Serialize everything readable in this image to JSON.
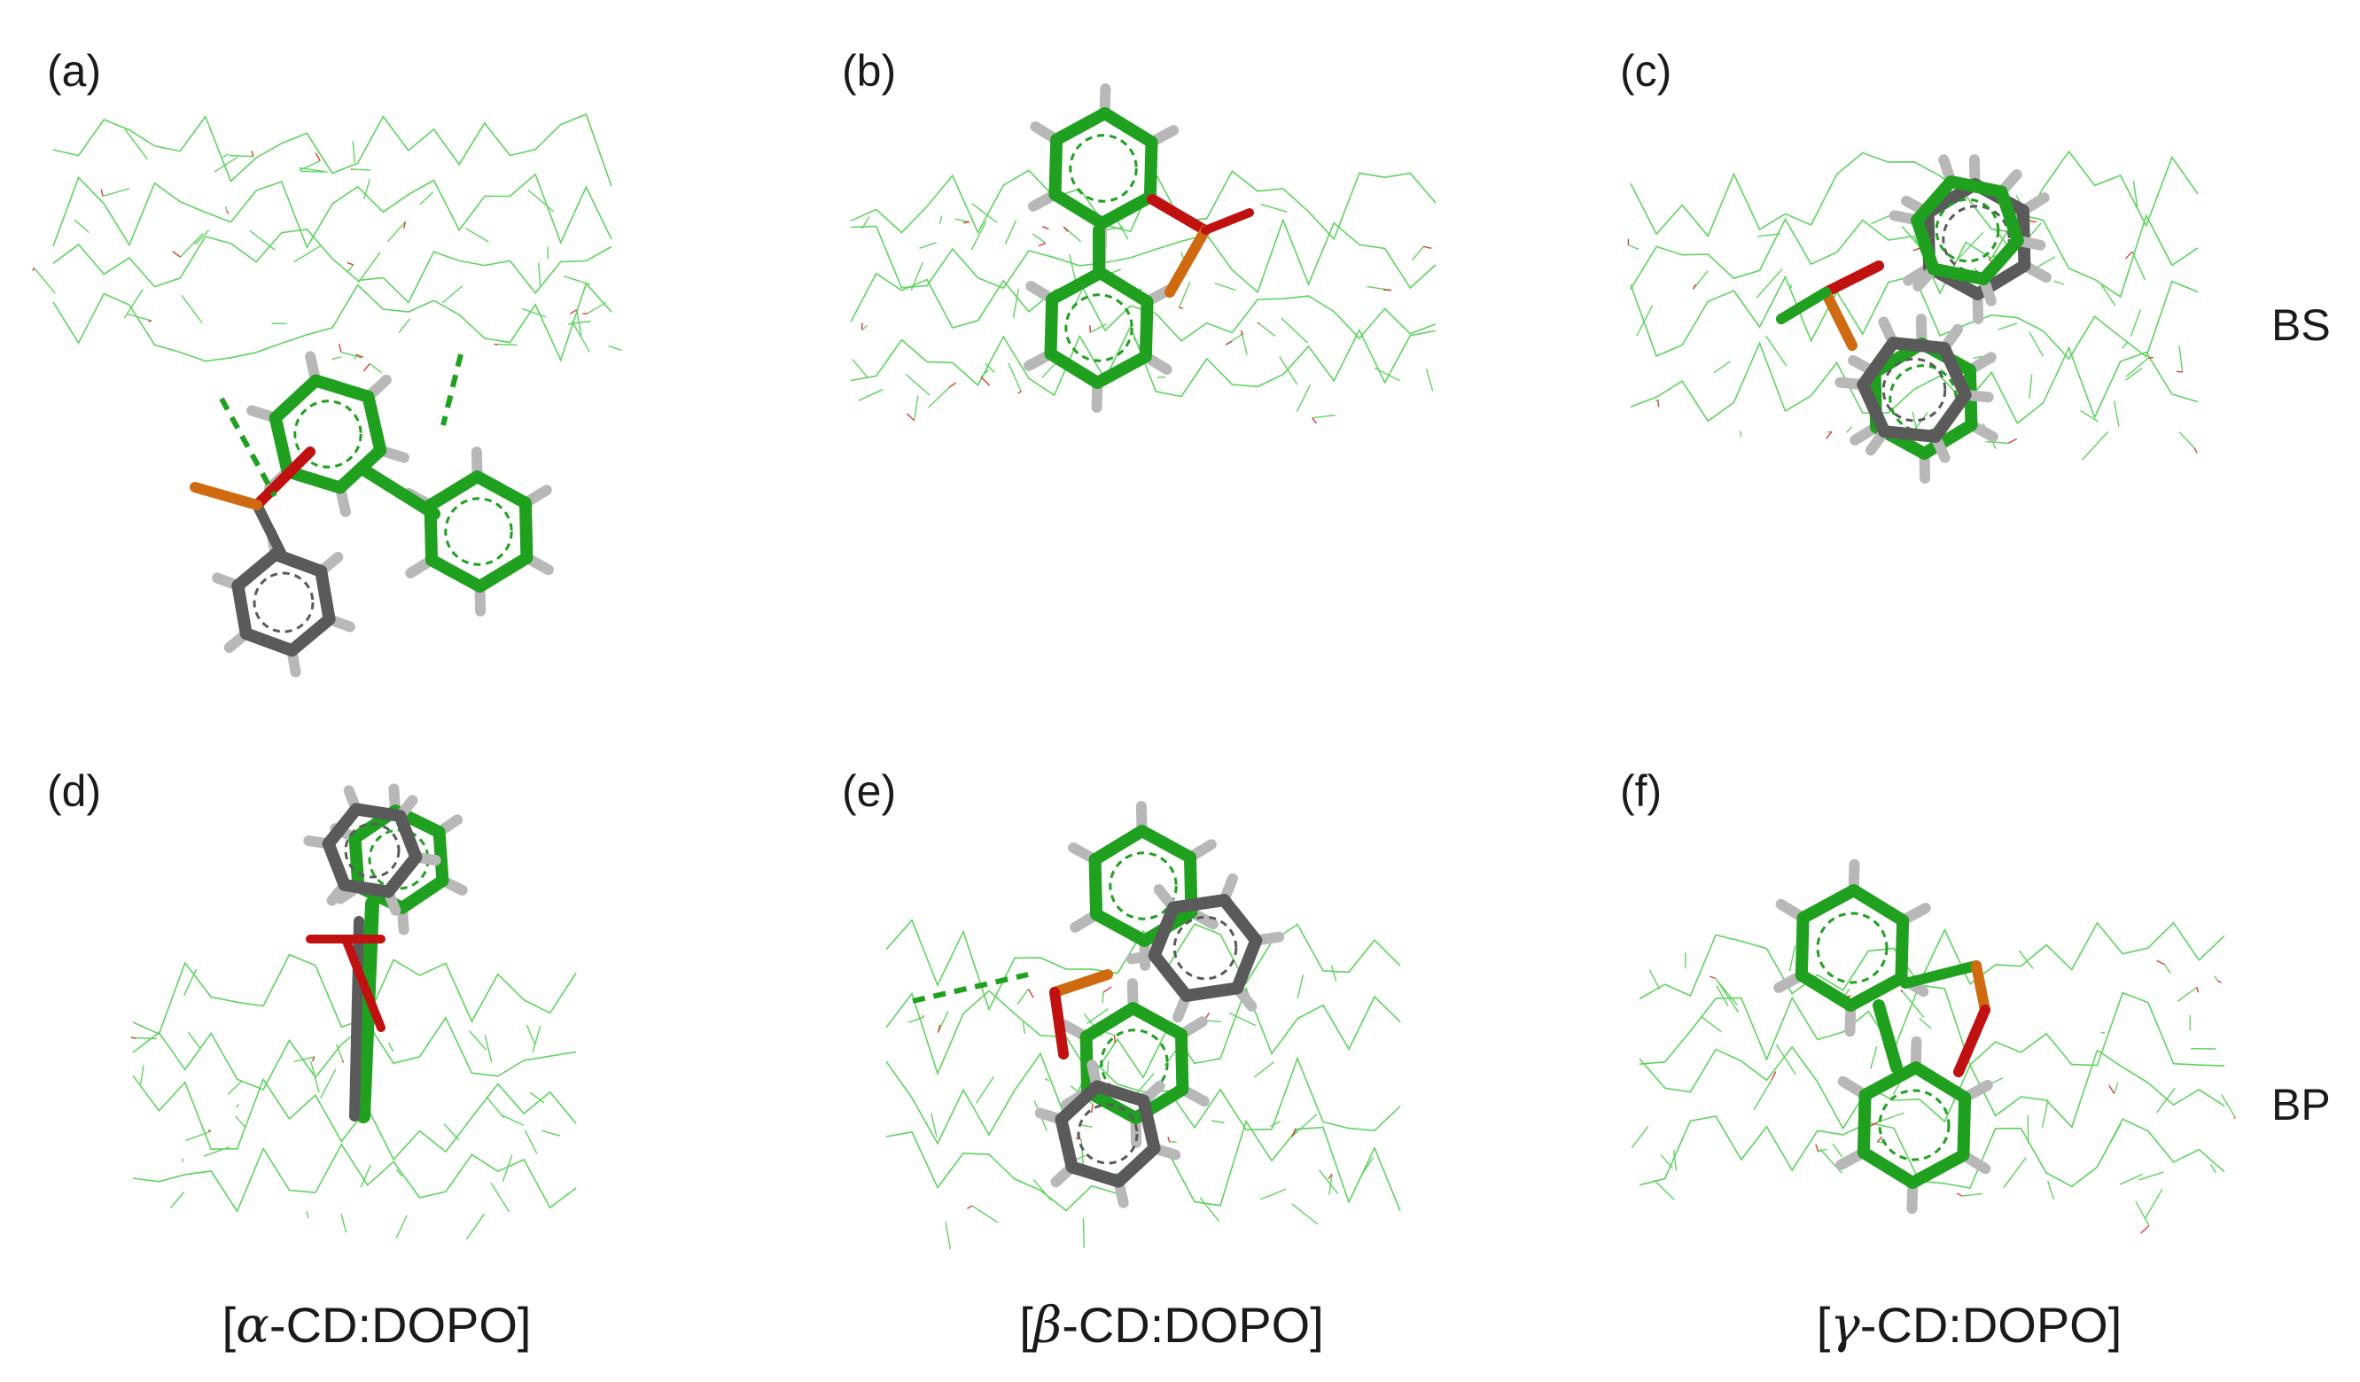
{
  "panels": [
    {
      "id": "a",
      "label": "(a)"
    },
    {
      "id": "b",
      "label": "(b)"
    },
    {
      "id": "c",
      "label": "(c)"
    },
    {
      "id": "d",
      "label": "(d)"
    },
    {
      "id": "e",
      "label": "(e)"
    },
    {
      "id": "f",
      "label": "(f)"
    }
  ],
  "row_labels": [
    "BS",
    "BP"
  ],
  "column_labels": [
    {
      "open": "[",
      "greek": "α",
      "rest": "-CD:DOPO]"
    },
    {
      "open": "[",
      "greek": "β",
      "rest": "-CD:DOPO]"
    },
    {
      "open": "[",
      "greek": "γ",
      "rest": "-CD:DOPO]"
    }
  ],
  "colors": {
    "cd_wire": "#5fd35f",
    "oxygen_wire": "#e03a3a",
    "carbon_green": "#1fa01f",
    "carbon_grey": "#5a5a5a",
    "hydrogen": "#b8b8b8",
    "oxygen": "#c01010",
    "phosphorus": "#d06a10"
  }
}
